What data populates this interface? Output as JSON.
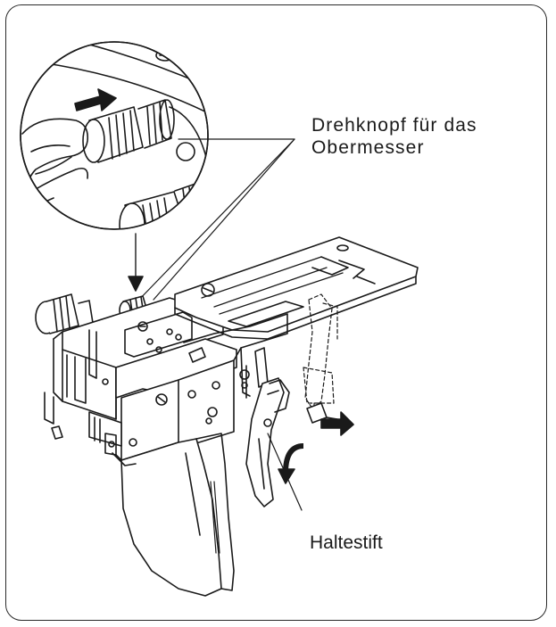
{
  "labels": {
    "knob_line1": "Drehknopf für das",
    "knob_line2": "Obermesser",
    "pin": "Haltestift"
  },
  "colors": {
    "ink": "#1a1a1a",
    "paper": "#ffffff",
    "shade": "#bfbfbf"
  }
}
